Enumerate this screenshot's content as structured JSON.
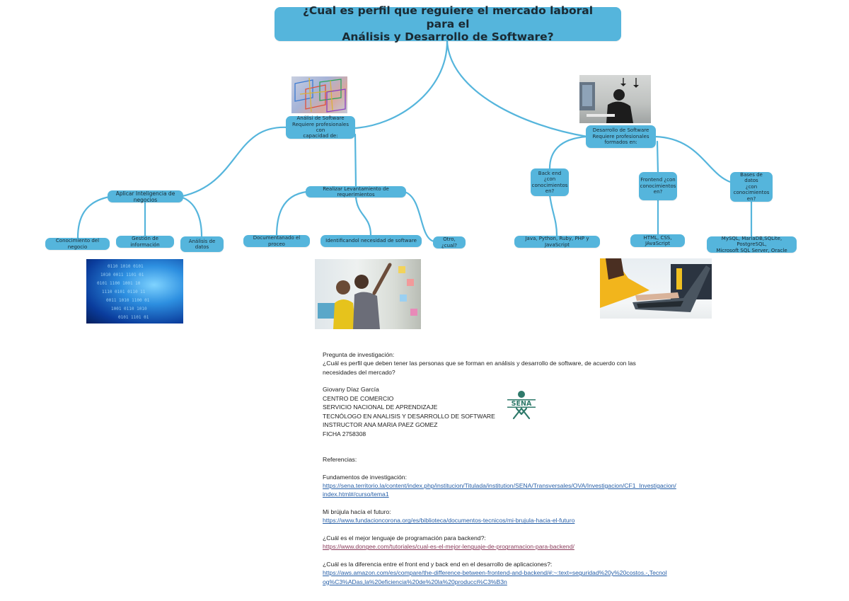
{
  "colors": {
    "node_fill": "#55b5dc",
    "connector": "#55b5dc",
    "link": "#2860a8",
    "visited_link": "#8a3a5a",
    "sena_green": "#2f7a6b"
  },
  "mindmap": {
    "root": {
      "line1": "¿Cual es perfil que reguiere el mercado laboral para el",
      "line2": "Análisis y Desarrollo de Software?"
    },
    "analysis": {
      "label_lines": [
        "Análisi de Software",
        "Requiere profesionales con",
        "capacidad de:"
      ],
      "image_icon": "3d-wire-grid-image",
      "branches": [
        {
          "label": "Aplicar Inteligencia de negocios",
          "children": [
            "Conocimiento del negocio",
            "Gestión de información",
            "Análisis de datos"
          ],
          "image_icon": "binary-data-image"
        },
        {
          "label": "Realizar Levantamiento de requerimientos",
          "children": [
            "Documentanado el proceo",
            "Identificandol necesidad de software",
            "Otro, ¿cual?"
          ],
          "image_icon": "team-whiteboard-image"
        }
      ]
    },
    "development": {
      "label_lines": [
        "Desarrollo de Software",
        "Requiere profesionales",
        "formados en:"
      ],
      "image_icon": "laptop-typing-image",
      "branches": [
        {
          "label_lines": [
            "Back end ¿con",
            "conocimientos",
            "en?"
          ],
          "child": "Java, Python, Ruby, PHP y JavaScript"
        },
        {
          "label_lines": [
            "Frontend ¿con",
            "conocimientos",
            "en?"
          ],
          "child": "HTML, CSS, JAvaScript"
        },
        {
          "label_lines": [
            "Bases de datos",
            "¿con",
            "conocimientos",
            "en?"
          ],
          "child_lines": [
            "MySQL, MariaDB,SQLite, PostgreSQL,",
            "Microsoft SQL Server, Oracle"
          ]
        }
      ]
    }
  },
  "document": {
    "question_heading": "Pregunta de investigación:",
    "question_text": "¿Cuál es perfil que deben tener las personas que se forman en análisis y desarrollo de software, de acuerdo con las necesidades del mercado?",
    "author": "Giovany  Díaz García",
    "center": "CENTRO DE COMERCIO",
    "institution": "SERVICIO NACIONAL DE APRENDIZAJE",
    "program": "TECNÓLOGO EN ANALISIS Y DESARROLLO DE SOFTWARE",
    "instructor": "INSTRUCTOR ANA MARIA PAEZ GOMEZ",
    "ficha": "FICHA 2758308",
    "logo_text": "SENA",
    "references_heading": "Referencias:",
    "references": [
      {
        "title": "Fundamentos de investigación:",
        "url": "https://sena.territorio.la/content/index.php/institucion/Titulada/institution/SENA/Transversales/OVA/Investigacion/CF1_Investigacion/index.html#/curso/tema1",
        "visited": false
      },
      {
        "title": "Mi brújula hacía el futuro:",
        "url": "https://www.fundacioncorona.org/es/biblioteca/documentos-tecnicos/mi-brujula-hacia-el-futuro",
        "visited": false
      },
      {
        "title": "¿Cuál es el mejor lenguaje de programación para backend?:",
        "url": "https://www.dongee.com/tutoriales/cual-es-el-mejor-lenguaje-de-programacion-para-backend/",
        "visited": true
      },
      {
        "title": "¿Cuál es la diferencia entre el front end y back end en el desarrollo de aplicaciones?:",
        "url": "https://aws.amazon.com/es/compare/the-difference-between-frontend-and-backend/#:~:text=seguridad%20y%20costos.-,Tecnolog%C3%ADas,la%20eficiencia%20de%20la%20producci%C3%B3n",
        "visited": false
      }
    ]
  }
}
